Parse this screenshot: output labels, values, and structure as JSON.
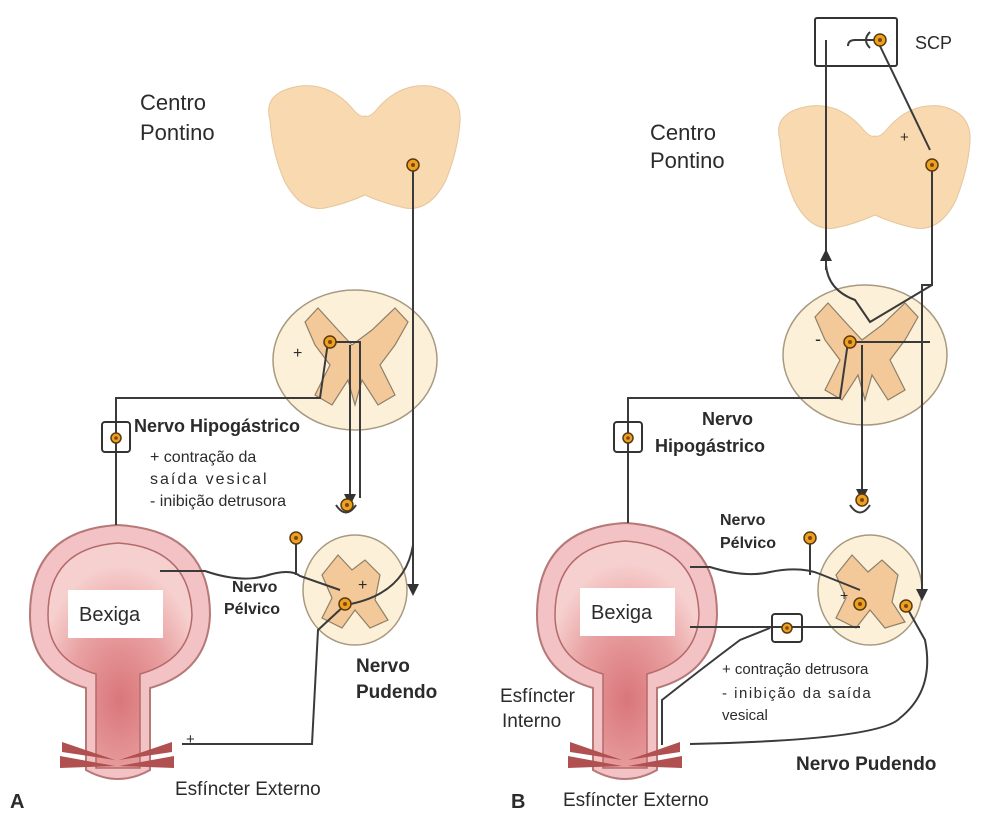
{
  "panel_a": {
    "letter": "A",
    "center_line1": "Centro",
    "center_line2": "Pontino",
    "hypogastric_label": "Nervo Hipogástrico",
    "hypo_effect1": "+ contração da",
    "hypo_effect2": "saída vesical",
    "hypo_effect3": "- inibição detrusora",
    "bladder_label": "Bexiga",
    "pelvic_line1": "Nervo",
    "pelvic_line2": "Pélvico",
    "pudendal_line1": "Nervo",
    "pudendal_line2": "Pudendo",
    "external_sphincter": "Esfíncter Externo",
    "plus_sign": "+",
    "minus_sign": "-"
  },
  "panel_b": {
    "letter": "B",
    "scp_label": "SCP",
    "center_line1": "Centro",
    "center_line2": "Pontino",
    "hypogastric_line1": "Nervo",
    "hypogastric_line2": "Hipogástrico",
    "pelvic_line1": "Nervo",
    "pelvic_line2": "Pélvico",
    "bladder_label": "Bexiga",
    "pelvic_effect1": "+ contração detrusora",
    "pelvic_effect2": "- inibição da saída",
    "pelvic_effect3": "vesical",
    "internal_line1": "Esfíncter",
    "internal_line2": "Interno",
    "pudendal_label": "Nervo Pudendo",
    "external_sphincter": "Esfíncter Externo",
    "plus_sign": "+",
    "minus_sign": "-"
  }
}
